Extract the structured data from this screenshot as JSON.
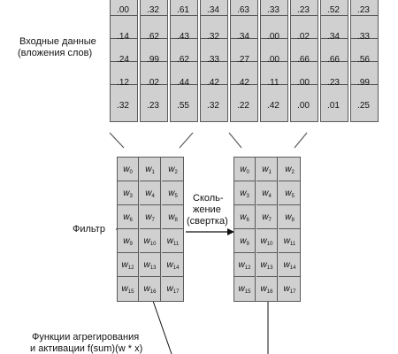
{
  "labels": {
    "input_line1": "Входные данные",
    "input_line2": "(вложения слов)",
    "filter": "Фильтр",
    "sliding_line1": "Сколь-",
    "sliding_line2": "жение",
    "sliding_line3": "(свертка)",
    "aggregation_line1": "Функции агрегирования",
    "aggregation_line2": "и активации f(sum)(w * x)"
  },
  "input_matrix": [
    [
      ".00",
      ".14",
      ".24",
      ".12",
      ".32"
    ],
    [
      ".32",
      ".62",
      ".99",
      ".02",
      ".23"
    ],
    [
      ".61",
      ".43",
      ".62",
      ".44",
      ".55"
    ],
    [
      ".34",
      ".32",
      ".33",
      ".42",
      ".32"
    ],
    [
      ".63",
      ".34",
      ".27",
      ".42",
      ".22"
    ],
    [
      ".33",
      ".00",
      ".00",
      ".11",
      ".42"
    ],
    [
      ".23",
      ".02",
      ".66",
      ".00",
      ".00"
    ],
    [
      ".52",
      ".34",
      ".66",
      ".23",
      ".01"
    ],
    [
      ".23",
      ".33",
      ".56",
      ".99",
      ".25"
    ]
  ],
  "filter_left": [
    [
      "0",
      "1",
      "2"
    ],
    [
      "3",
      "4",
      "5"
    ],
    [
      "6",
      "7",
      "8"
    ],
    [
      "9",
      "10",
      "11"
    ],
    [
      "12",
      "13",
      "14"
    ],
    [
      "15",
      "16",
      "17"
    ]
  ],
  "filter_right": [
    [
      "0",
      "1",
      "2"
    ],
    [
      "3",
      "4",
      "5"
    ],
    [
      "6",
      "7",
      "8"
    ],
    [
      "9",
      "10",
      "11"
    ],
    [
      "12",
      "13",
      "14"
    ],
    [
      "15",
      "16",
      "17"
    ]
  ],
  "weight_symbol": "w",
  "colors": {
    "cell_fill": "#d0d0d0",
    "border": "#5a5a5a",
    "text": "#111111",
    "background": "#ffffff"
  }
}
